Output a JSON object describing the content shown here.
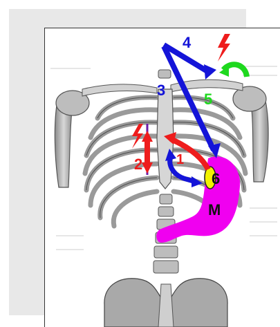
{
  "labels": {
    "n1": "1",
    "n2": "2",
    "n3": "3",
    "n4": "4",
    "n5": "5",
    "n6": "6",
    "m": "M"
  },
  "colors": {
    "red": "#ee1c1c",
    "blue": "#1414d8",
    "green": "#1ed81e",
    "magenta": "#f000f0",
    "yellow": "#f2f200",
    "purple": "#6a1aa8",
    "bone": "#c9c9c9",
    "bone_dark": "#6f6f6f",
    "panel_gray": "#e8e8e8"
  },
  "icons": {
    "pain_bolt_left": "lightning-bolt-icon",
    "pain_bolt_right": "lightning-bolt-icon"
  }
}
